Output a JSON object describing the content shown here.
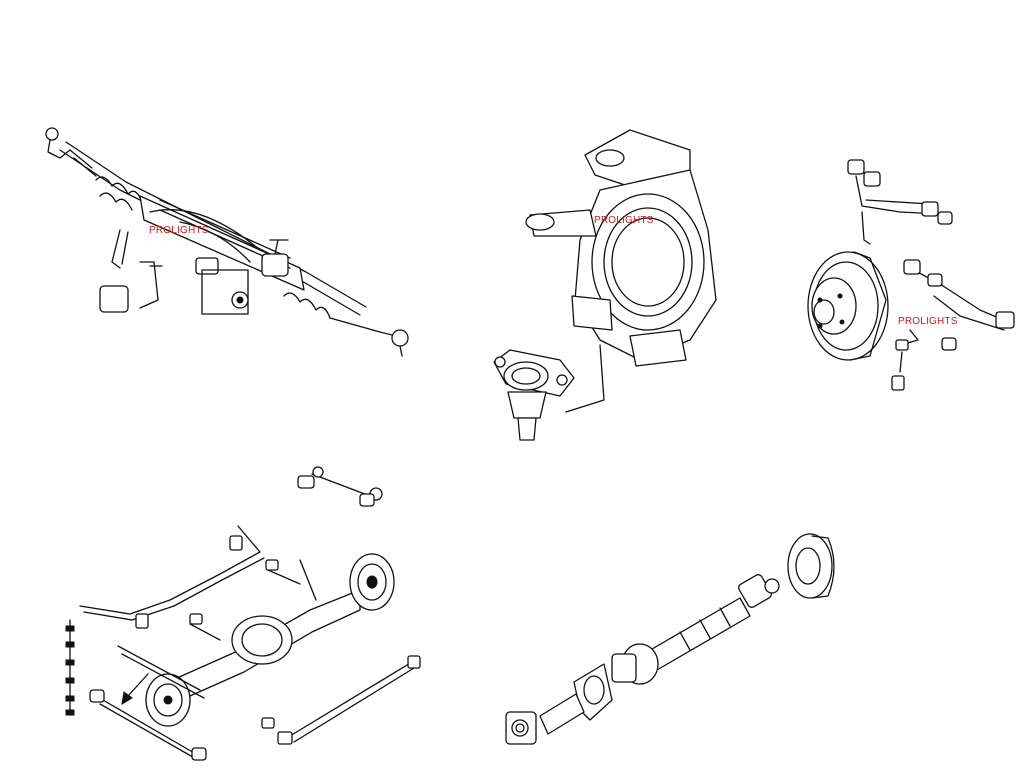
{
  "watermarks": [
    {
      "id": "rack",
      "text": "PROLIGHTS"
    },
    {
      "id": "knuckle",
      "text": "PROLIGHTS"
    },
    {
      "id": "control-arm",
      "text": "PROLIGHTS"
    }
  ],
  "parts": [
    "steering-rack-assembly",
    "steering-knuckle-with-ball-joint",
    "front-hub-and-control-arms",
    "rear-axle-and-links",
    "propeller-shaft"
  ]
}
